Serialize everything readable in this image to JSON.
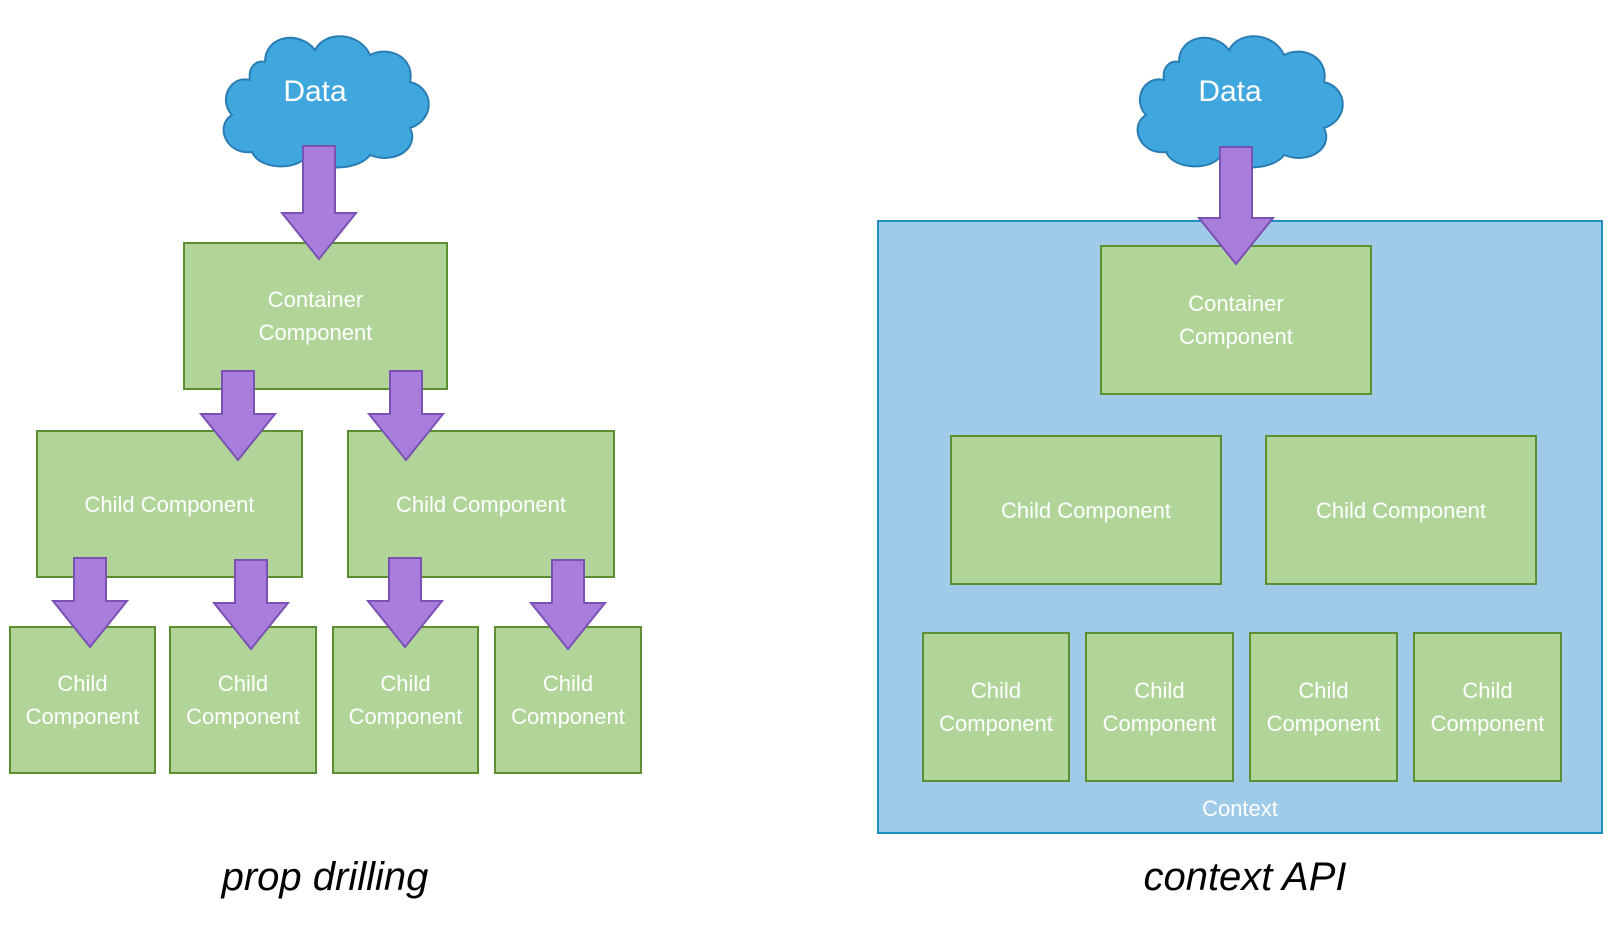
{
  "left": {
    "cloud_label": "Data",
    "container_line1": "Container",
    "container_line2": "Component",
    "child_mid_label": "Child Component",
    "child_small_line1": "Child",
    "child_small_line2": "Component",
    "caption": "prop drilling"
  },
  "right": {
    "cloud_label": "Data",
    "container_line1": "Container",
    "container_line2": "Component",
    "child_mid_label": "Child Component",
    "child_small_line1": "Child",
    "child_small_line2": "Component",
    "context_label": "Context",
    "caption": "context API"
  },
  "colors": {
    "component_fill": "#b1d598",
    "component_border": "#5c8e32",
    "cloud_fill": "#3fa6de",
    "cloud_border": "#2a7db3",
    "arrow_fill": "#a87ddb",
    "arrow_border": "#7a52b3",
    "context_fill": "#9fcbe9",
    "context_border": "#1b8fbf"
  }
}
